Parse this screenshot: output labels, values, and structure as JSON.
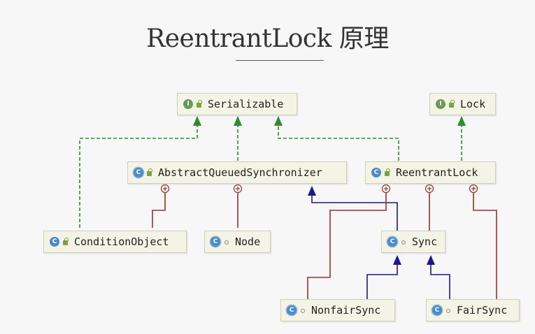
{
  "title": "ReentrantLock 原理",
  "nodes": {
    "serializable": {
      "label": "Serializable",
      "kind": "interface",
      "badge": "I"
    },
    "lock": {
      "label": "Lock",
      "kind": "interface",
      "badge": "I"
    },
    "aqs": {
      "label": "AbstractQueuedSynchronizer",
      "kind": "abstract",
      "badge": "C"
    },
    "reentrantlock": {
      "label": "ReentrantLock",
      "kind": "class",
      "badge": "C"
    },
    "conditionobject": {
      "label": "ConditionObject",
      "kind": "class",
      "badge": "C"
    },
    "node": {
      "label": "Node",
      "kind": "class",
      "badge": "C"
    },
    "sync": {
      "label": "Sync",
      "kind": "abstract",
      "badge": "C"
    },
    "nonfairsync": {
      "label": "NonfairSync",
      "kind": "class",
      "badge": "C"
    },
    "fairsync": {
      "label": "FairSync",
      "kind": "class",
      "badge": "C"
    }
  },
  "edges": [
    {
      "from": "conditionobject",
      "to": "serializable",
      "type": "implements"
    },
    {
      "from": "aqs",
      "to": "serializable",
      "type": "implements"
    },
    {
      "from": "reentrantlock",
      "to": "serializable",
      "type": "implements"
    },
    {
      "from": "reentrantlock",
      "to": "lock",
      "type": "implements"
    },
    {
      "from": "conditionobject",
      "to": "aqs",
      "type": "inner-class"
    },
    {
      "from": "node",
      "to": "aqs",
      "type": "inner-class"
    },
    {
      "from": "sync",
      "to": "aqs",
      "type": "extends"
    },
    {
      "from": "nonfairsync",
      "to": "reentrantlock",
      "type": "inner-class"
    },
    {
      "from": "sync",
      "to": "reentrantlock",
      "type": "inner-class"
    },
    {
      "from": "fairsync",
      "to": "reentrantlock",
      "type": "inner-class"
    },
    {
      "from": "nonfairsync",
      "to": "sync",
      "type": "extends"
    },
    {
      "from": "fairsync",
      "to": "sync",
      "type": "extends"
    }
  ],
  "colors": {
    "implements": "#2e8b2e",
    "extends": "#1a1a8c",
    "inner_class": "#9b3030"
  }
}
